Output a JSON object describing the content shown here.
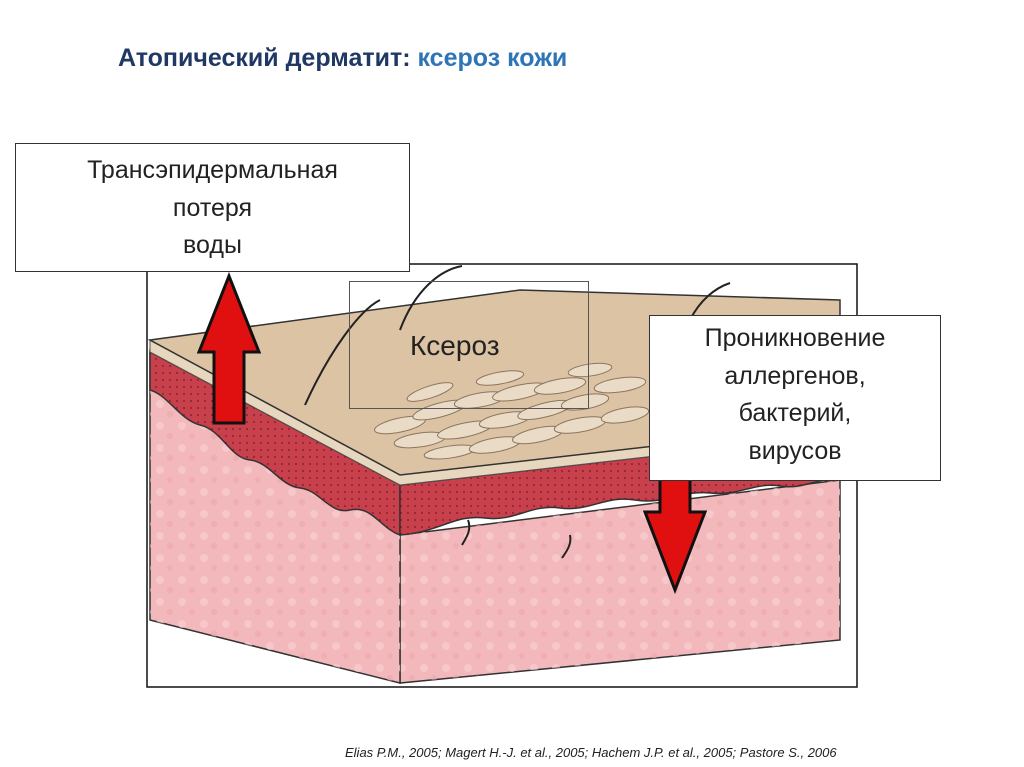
{
  "title": {
    "main": "Атопический дерматит",
    "separator": ": ",
    "accent": "ксероз кожи"
  },
  "labels": {
    "water_loss": [
      "Трансэпидермальная",
      "потеря",
      "воды"
    ],
    "xerosis": "Ксероз",
    "penetration": [
      "Проникновение",
      "аллергенов,",
      "бактерий,",
      "вирусов"
    ]
  },
  "citation": "Elias P.M., 2005; Magert H.-J. et al., 2005; Hachem J.P. et al., 2005; Pastore S., 2006",
  "colors": {
    "title": "#1f3864",
    "title_accent": "#2e75b6",
    "arrow": "#e01010",
    "dermis": "#f2b8bb",
    "epidermis": "#c9404d",
    "stratum_corneum": "#dcc3a4"
  }
}
